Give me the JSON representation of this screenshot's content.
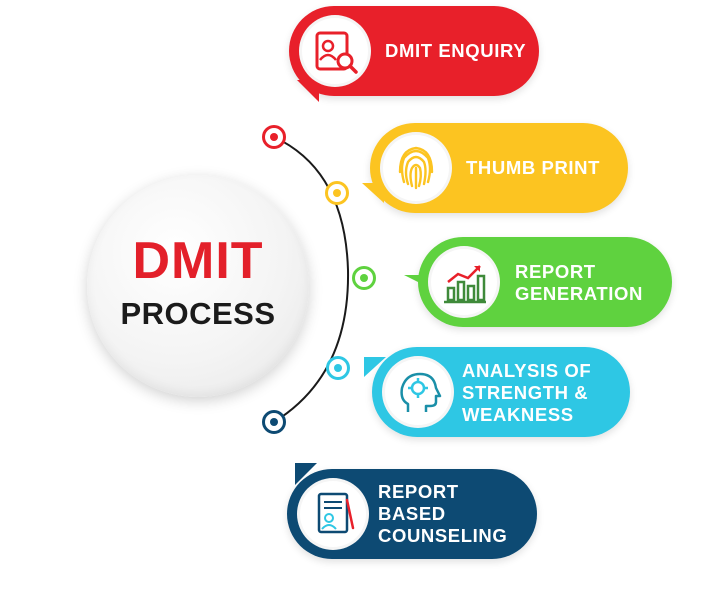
{
  "hub": {
    "line1": "DMIT",
    "line2": "PROCESS"
  },
  "steps": [
    {
      "label": "DMIT ENQUIRY",
      "color": "#e8202a",
      "icon": "id-card-search-icon"
    },
    {
      "label": "THUMB PRINT",
      "color": "#fcc421",
      "icon": "fingerprint-icon"
    },
    {
      "label": "REPORT\nGENERATION",
      "color": "#5fd23f",
      "icon": "bar-chart-growth-icon"
    },
    {
      "label": "ANALYSIS OF\nSTRENGTH &\nWEAKNESS",
      "color": "#2ec7e4",
      "icon": "head-gear-icon"
    },
    {
      "label": "REPORT\nBASED\nCOUNSELING",
      "color": "#0d4a73",
      "icon": "counseling-report-icon"
    }
  ]
}
